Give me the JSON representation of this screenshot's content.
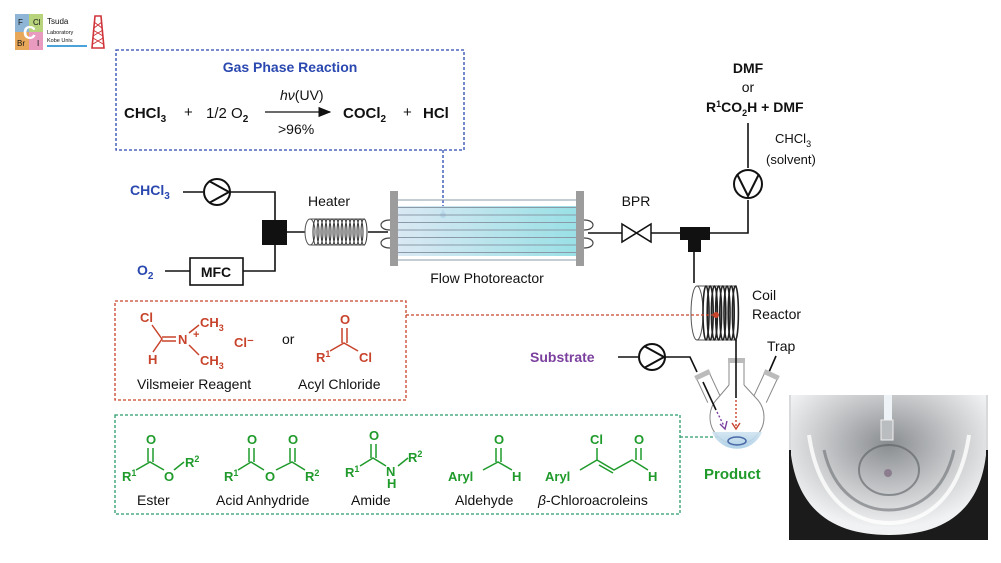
{
  "logo": {
    "cells": [
      "F",
      "Cl",
      "Br",
      "I"
    ],
    "center": "C",
    "lines": [
      "Tsuda",
      "Laboratory",
      "Kobe Univ."
    ]
  },
  "gas_phase": {
    "title": "Gas Phase Reaction",
    "reactant1": "CHCl",
    "reactant1_sub": "3",
    "plus": "+",
    "reactant2_coef": "1/2 O",
    "reactant2_sub": "2",
    "condition_above_hv": "hν",
    "condition_above_uv": "(UV)",
    "condition_below": ">96%",
    "product1": "COCl",
    "product1_sub": "2",
    "product2": "HCl"
  },
  "reagent_feed": {
    "line1": "DMF",
    "line2": "or",
    "line3_r": "R",
    "line3_sup": "1",
    "line3_co": "CO",
    "line3_sub": "2",
    "line3_rest": "H + DMF",
    "solvent_label1": "CHCl",
    "solvent_label1_sub": "3",
    "solvent_label2": "(solvent)"
  },
  "inlets": {
    "chcl3": "CHCl",
    "chcl3_sub": "3",
    "o2": "O",
    "o2_sub": "2",
    "mfc": "MFC"
  },
  "labels": {
    "heater": "Heater",
    "photoreactor": "Flow Photoreactor",
    "bpr": "BPR",
    "coil1": "Coil",
    "coil2": "Reactor",
    "substrate": "Substrate",
    "trap": "Trap",
    "product": "Product"
  },
  "intermediates": {
    "vilsmeier": {
      "cl": "Cl",
      "h": "H",
      "n": "N",
      "plus": "+",
      "ch3a": "CH",
      "ch3b": "CH",
      "sub3": "3",
      "counter": "Cl⁻",
      "name": "Vilsmeier Reagent"
    },
    "or": "or",
    "acyl": {
      "o": "O",
      "r": "R",
      "sup": "1",
      "cl": "Cl",
      "name": "Acyl Chloride"
    }
  },
  "products": [
    {
      "name": "Ester"
    },
    {
      "name": "Acid Anhydride"
    },
    {
      "name": "Amide"
    },
    {
      "name": "Aldehyde"
    },
    {
      "name": "β-Chloroacroleins",
      "beta": "β",
      "rest": "-Chloroacroleins"
    }
  ],
  "atoms": {
    "O": "O",
    "R": "R",
    "N": "N",
    "H": "H",
    "Cl": "Cl",
    "Aryl": "Aryl",
    "sup1": "1",
    "sup2": "2"
  },
  "colors": {
    "gas_phase": "#2a48b0",
    "intermediate": "#c8432b",
    "product": "#1f9a2b",
    "substrate": "#7b3f9e"
  }
}
